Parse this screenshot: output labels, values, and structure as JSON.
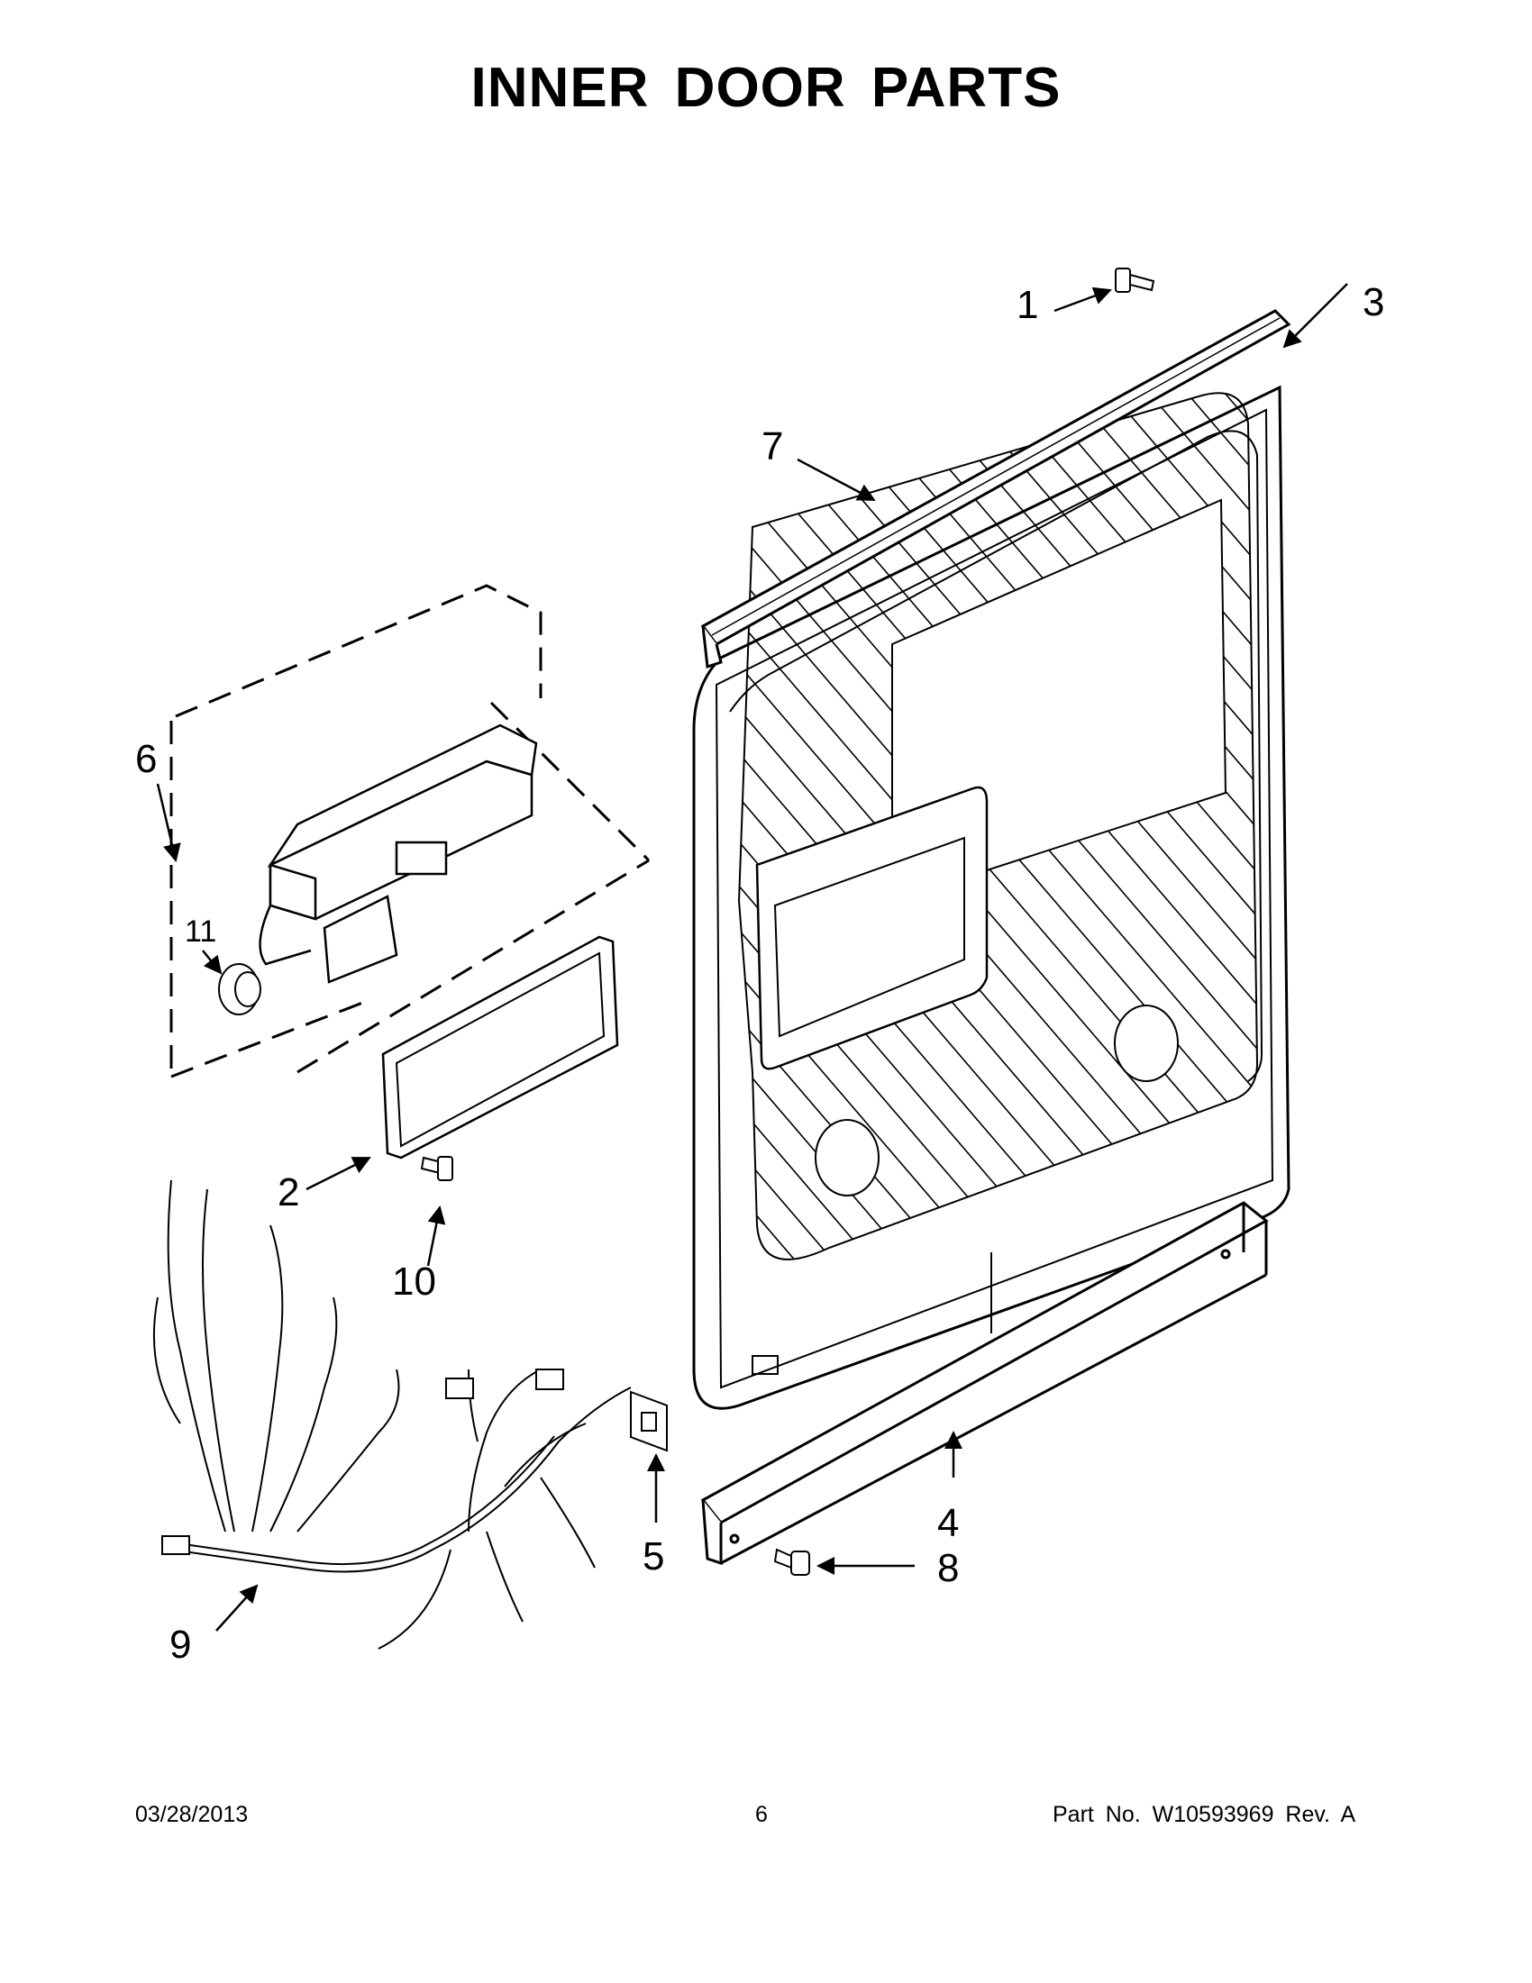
{
  "title": "INNER DOOR PARTS",
  "callouts": [
    {
      "key": "c1",
      "label": "1"
    },
    {
      "key": "c2",
      "label": "2"
    },
    {
      "key": "c3",
      "label": "3"
    },
    {
      "key": "c4",
      "label": "4"
    },
    {
      "key": "c5",
      "label": "5"
    },
    {
      "key": "c6",
      "label": "6"
    },
    {
      "key": "c7",
      "label": "7"
    },
    {
      "key": "c8",
      "label": "8"
    },
    {
      "key": "c9",
      "label": "9"
    },
    {
      "key": "c10",
      "label": "10"
    },
    {
      "key": "c11",
      "label": "11"
    }
  ],
  "footer": {
    "date": "03/28/2013",
    "page": "6",
    "part": "Part No.  W10593969  Rev.  A"
  }
}
